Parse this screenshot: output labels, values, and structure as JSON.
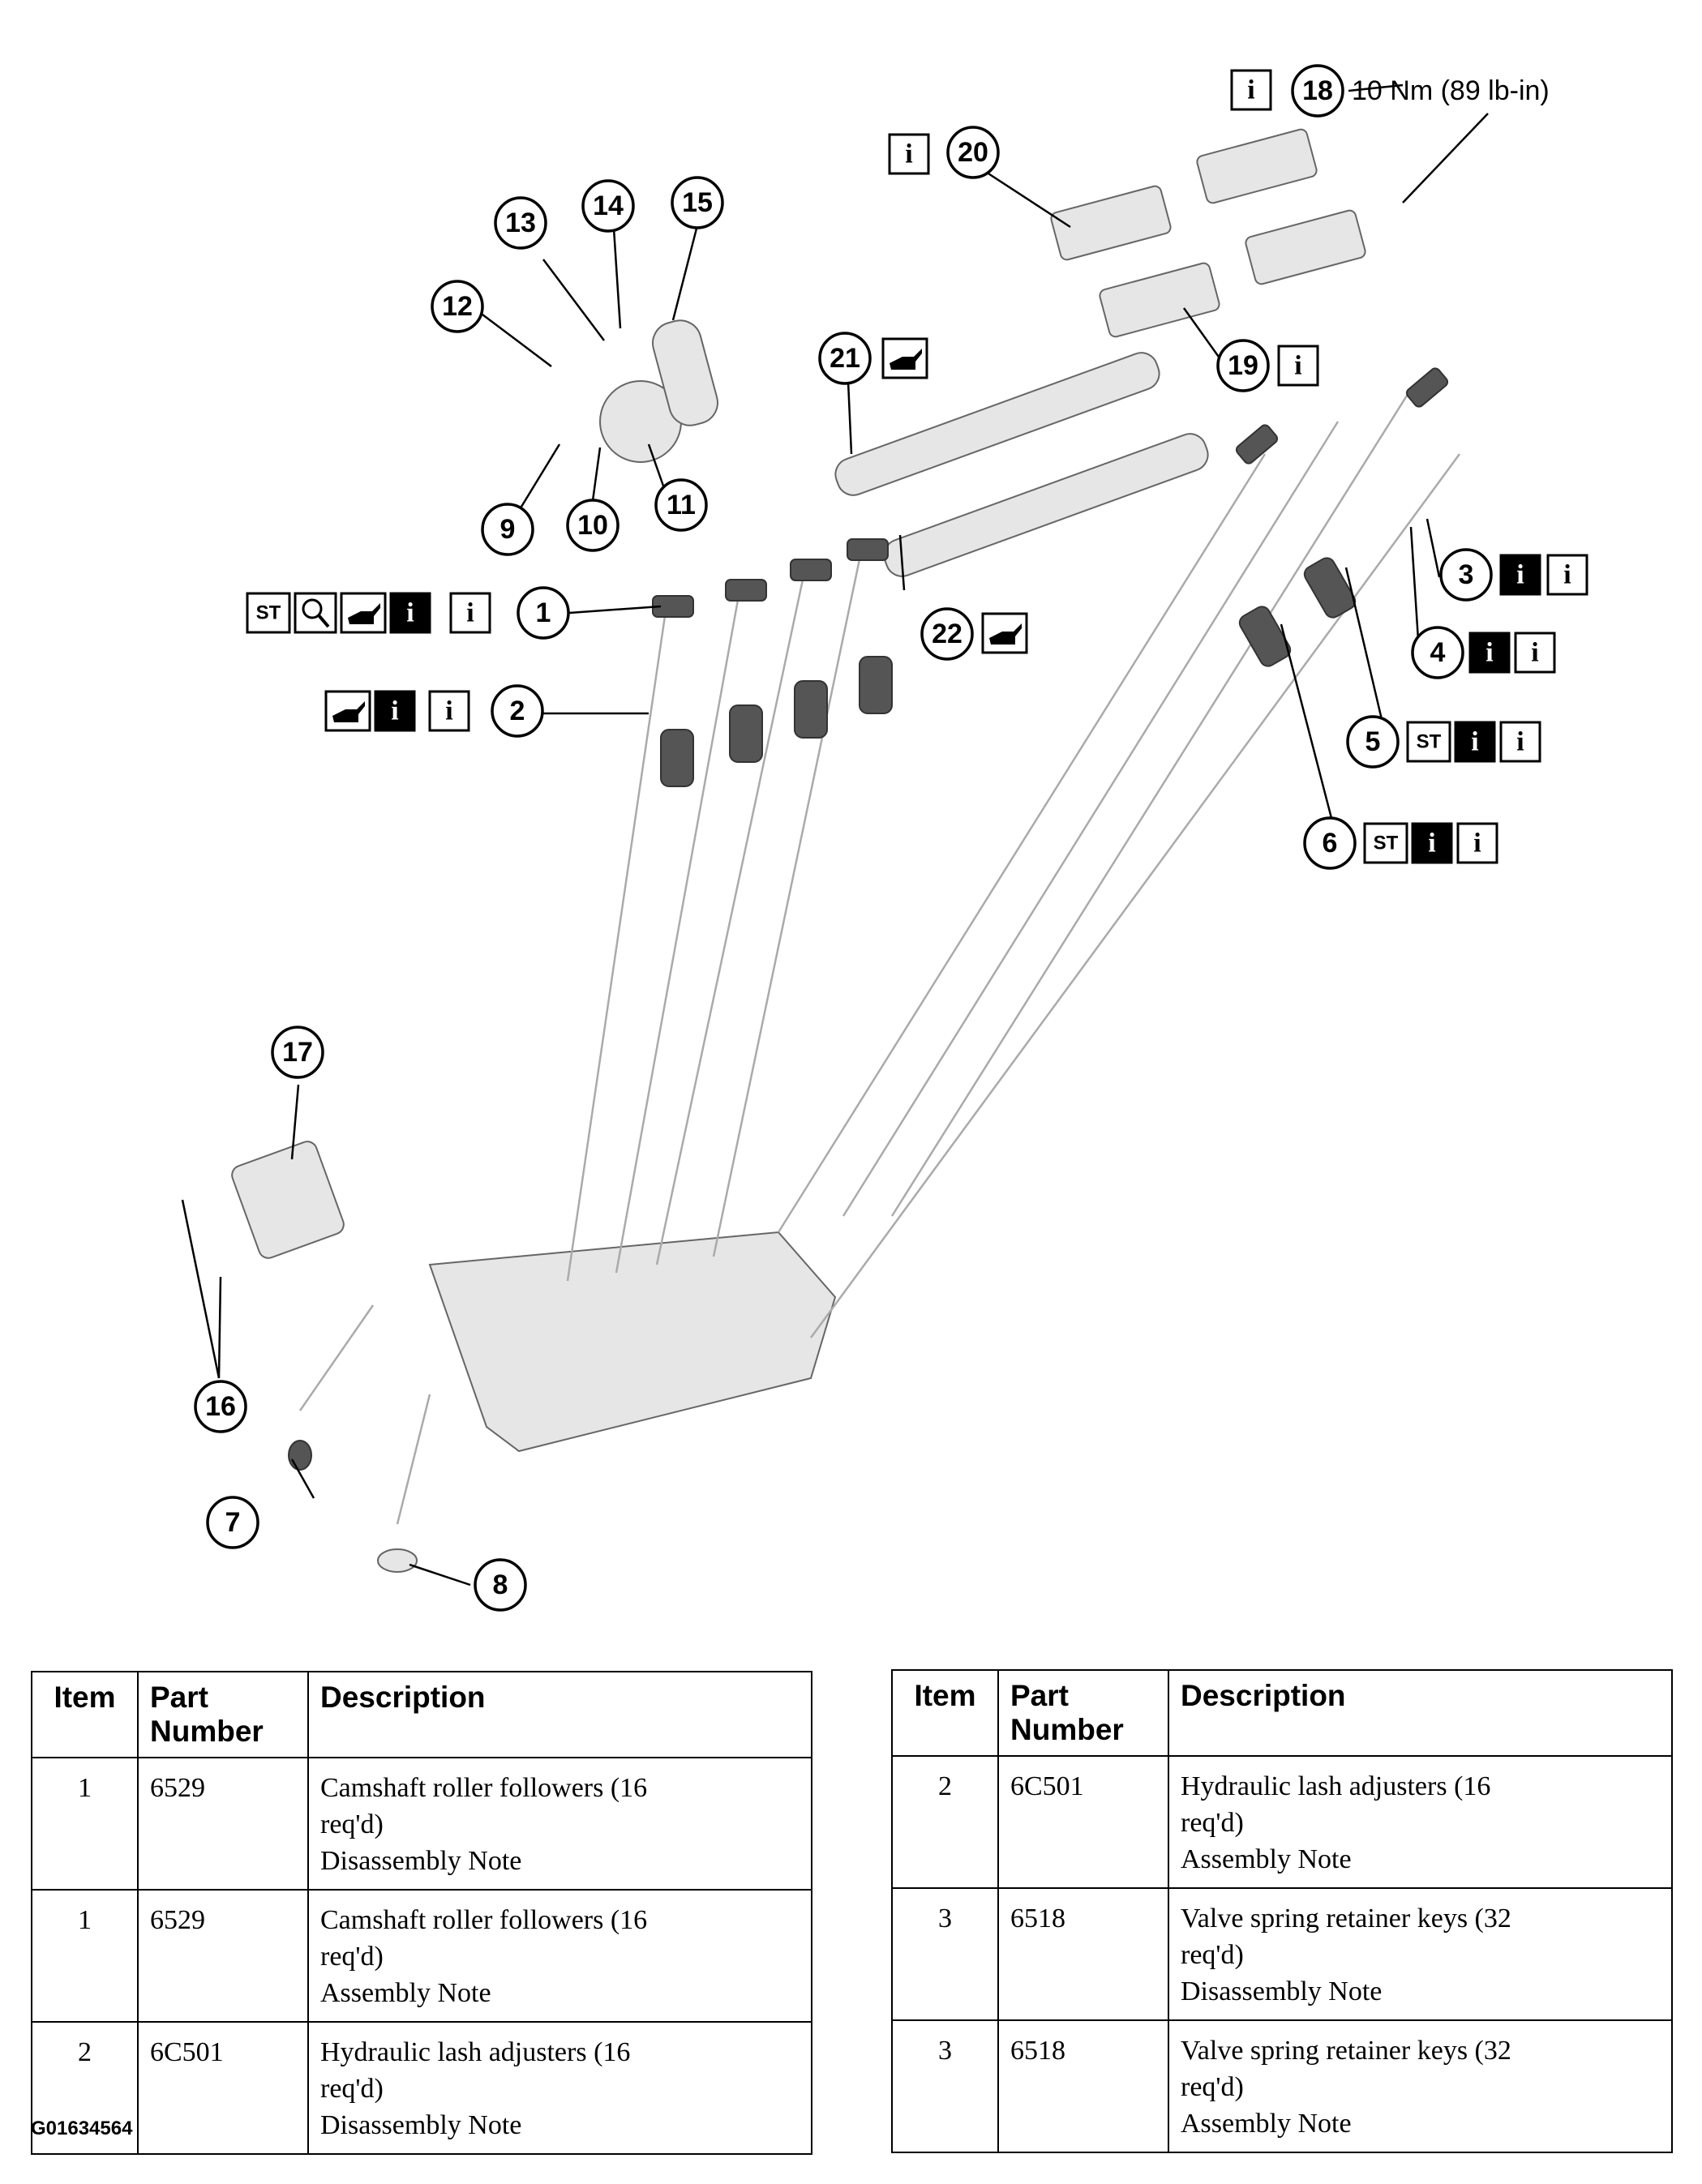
{
  "diagram": {
    "torque_spec": "10 Nm (89 lb-in)",
    "callouts": [
      "1",
      "2",
      "3",
      "4",
      "5",
      "6",
      "7",
      "8",
      "9",
      "10",
      "11",
      "12",
      "13",
      "14",
      "15",
      "16",
      "17",
      "18",
      "19",
      "20",
      "21",
      "22"
    ],
    "icons": {
      "special_tool": "ST",
      "info": "i",
      "inspect": "magnifier-icon",
      "oil": "oil-can-icon"
    }
  },
  "table_columns": {
    "item": "Item",
    "part_number": "Part Number",
    "description": "Description"
  },
  "table_left": [
    {
      "item": "1",
      "part": "6529",
      "desc": "Camshaft roller followers (16",
      "desc2": "req'd)",
      "note": "Disassembly Note"
    },
    {
      "item": "1",
      "part": "6529",
      "desc": "Camshaft roller followers (16",
      "desc2": "req'd)",
      "note": "Assembly Note"
    },
    {
      "item": "2",
      "part": "6C501",
      "desc": "Hydraulic lash adjusters (16",
      "desc2": "req'd)",
      "note": "Disassembly Note"
    }
  ],
  "table_right": [
    {
      "item": "2",
      "part": "6C501",
      "desc": "Hydraulic lash adjusters (16",
      "desc2": "req'd)",
      "note": "Assembly Note"
    },
    {
      "item": "3",
      "part": "6518",
      "desc": "Valve spring retainer keys (32",
      "desc2": "req'd)",
      "note": "Disassembly Note"
    },
    {
      "item": "3",
      "part": "6518",
      "desc": "Valve spring retainer keys (32",
      "desc2": "req'd)",
      "note": "Assembly Note"
    }
  ],
  "figure_id": "G01634564"
}
